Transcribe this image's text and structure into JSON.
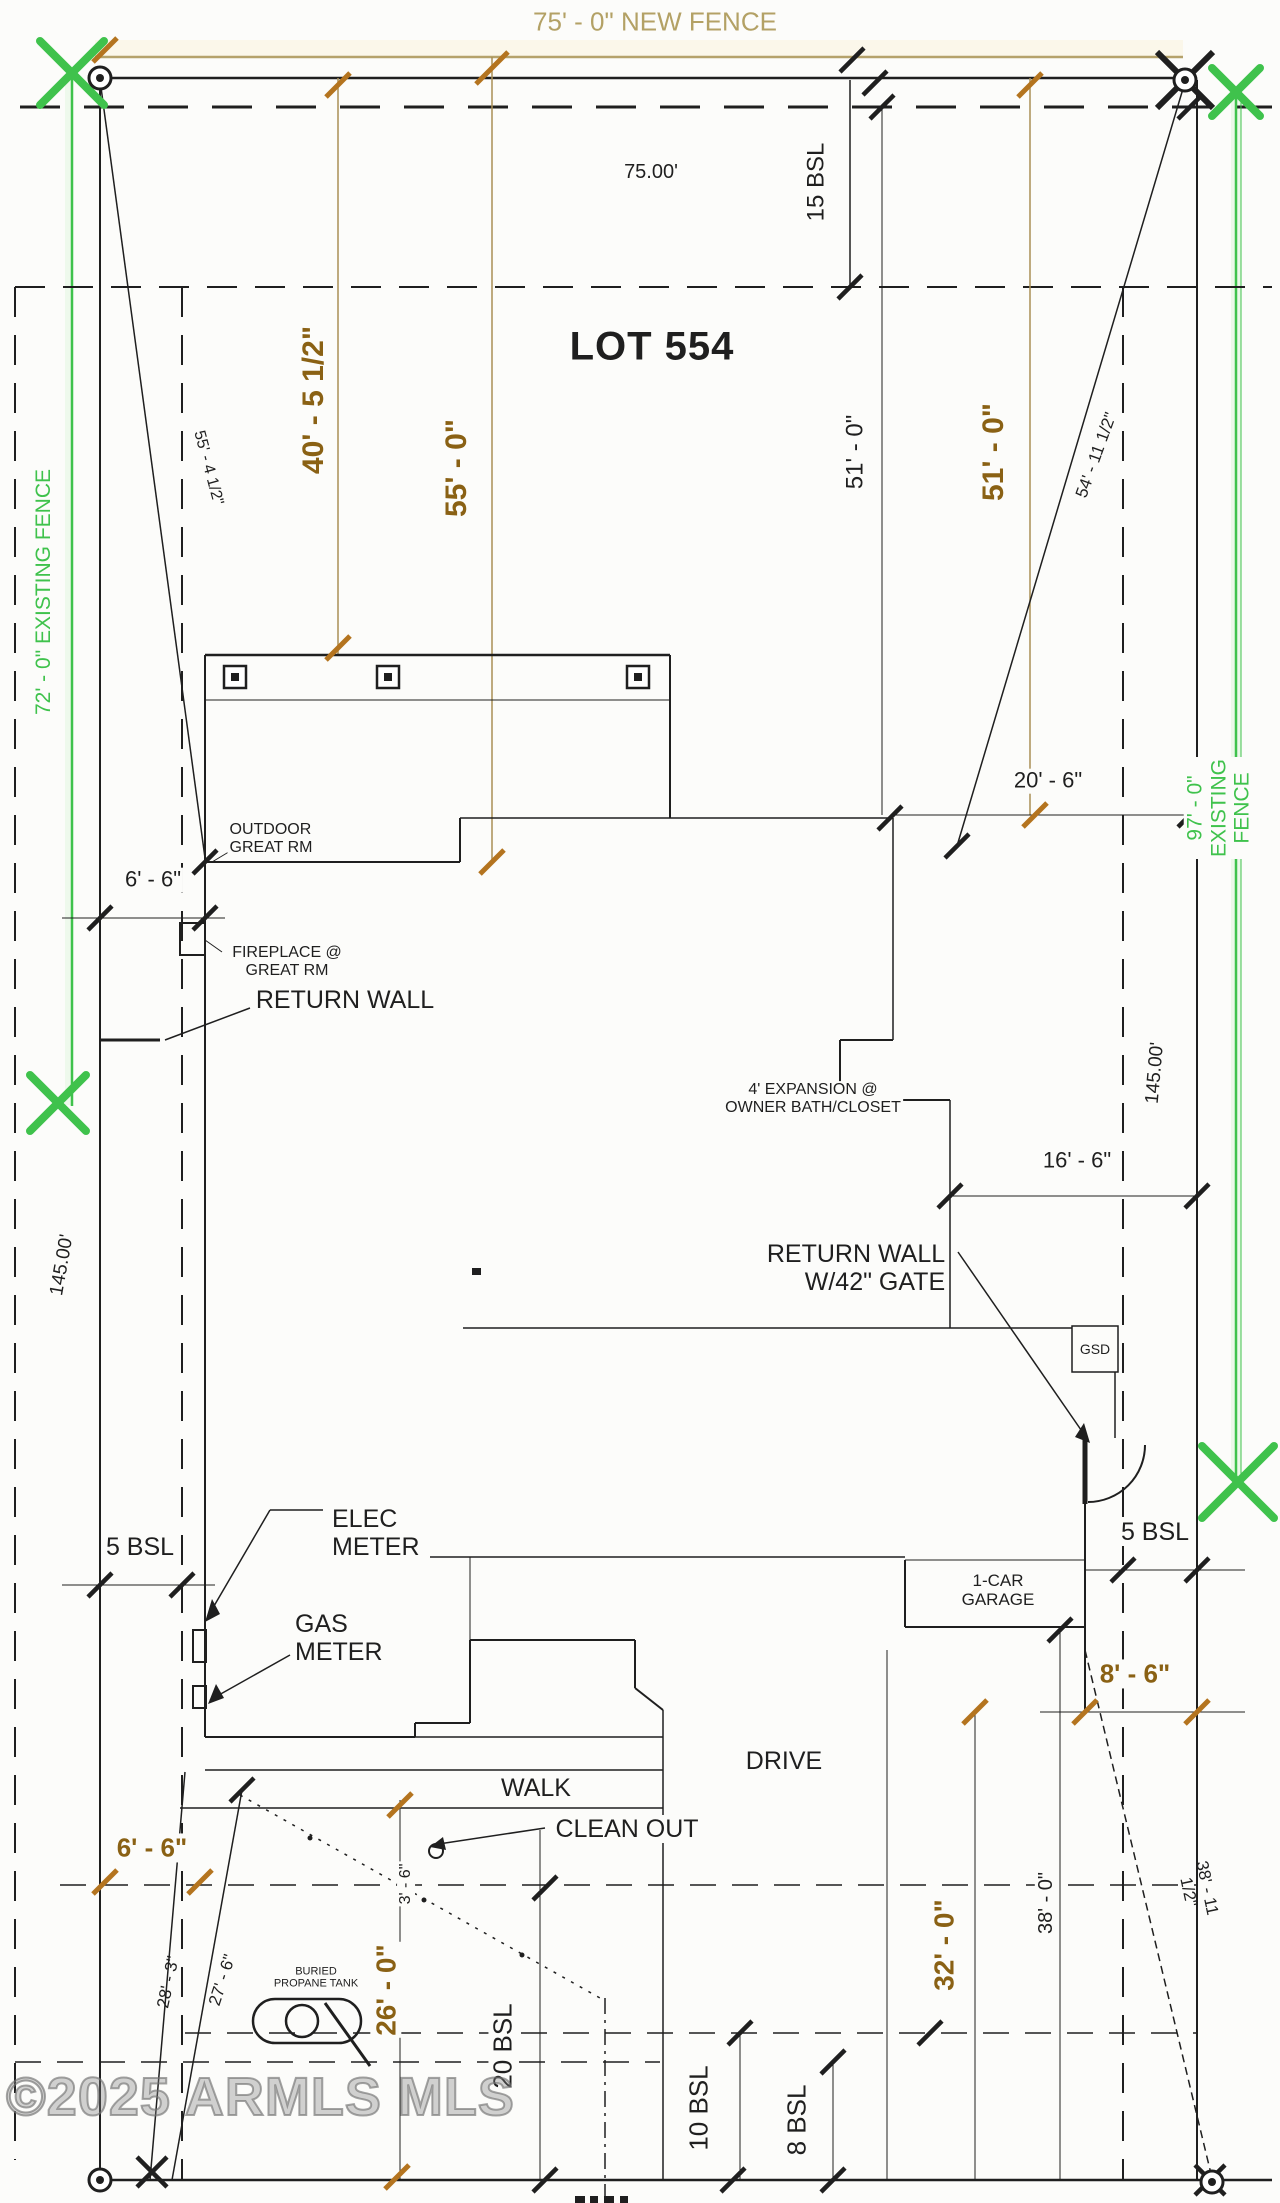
{
  "drawing_type": "residential site plan",
  "colors": {
    "ink": "#1f1f1f",
    "dimension_text_orange": "#8a6114",
    "tick_orange": "#b4741f",
    "fence_green": "#3fc24c",
    "new_fence_tan": "#b3a165",
    "watermark_gray": "#7a7a7a"
  },
  "labels": {
    "lot": "LOT 554",
    "new_fence": "75' - 0\" NEW FENCE",
    "plat_width": "75.00'",
    "bsl15": "15 BSL",
    "d40": "40' - 5 1/2\"",
    "d55": "55' - 0\"",
    "d55_4": "55' - 4 1/2\"",
    "d51b": "51' - 0\"",
    "d51o": "51' - 0\"",
    "d54_11": "54' - 11 1/2\"",
    "fence_left": "72' - 0\" EXISTING FENCE",
    "fence_right": "97' - 0\" EXISTING FENCE",
    "outdoor": "OUTDOOR\nGREAT RM",
    "d6_6a": "6' - 6\"",
    "fireplace": "FIREPLACE @\nGREAT RM",
    "return_wall": "RETURN WALL",
    "d20_6": "20' - 6\"",
    "expansion": "4' EXPANSION @\nOWNER BATH/CLOSET",
    "d16_6": "16' - 6\"",
    "plat_depth_r": "145.00'",
    "plat_depth_l": "145.00'",
    "return_wall_gate": "RETURN WALL\nW/42\" GATE",
    "gsd": "GSD",
    "elec": "ELEC\nMETER",
    "gas": "GAS\nMETER",
    "bsl5l": "5 BSL",
    "bsl5r": "5 BSL",
    "garage": "1-CAR\nGARAGE",
    "d8_6": "8' - 6\"",
    "drive": "DRIVE",
    "walk": "WALK",
    "clean_out": "CLEAN OUT",
    "d6_6b": "6' - 6\"",
    "d28_3": "28' - 3\"",
    "d27_6": "27' - 6\"",
    "propane": "BURIED\nPROPANE TANK",
    "d26": "26' - 0\"",
    "d3_6": "3' - 6\"",
    "bsl20": "20 BSL",
    "bsl10": "10 BSL",
    "bsl8": "8 BSL",
    "d32": "32' - 0\"",
    "d38": "38' - 0\"",
    "d38_11": "38' - 11 1/2\"",
    "watermark": "©2025 ARMLS MLS"
  }
}
